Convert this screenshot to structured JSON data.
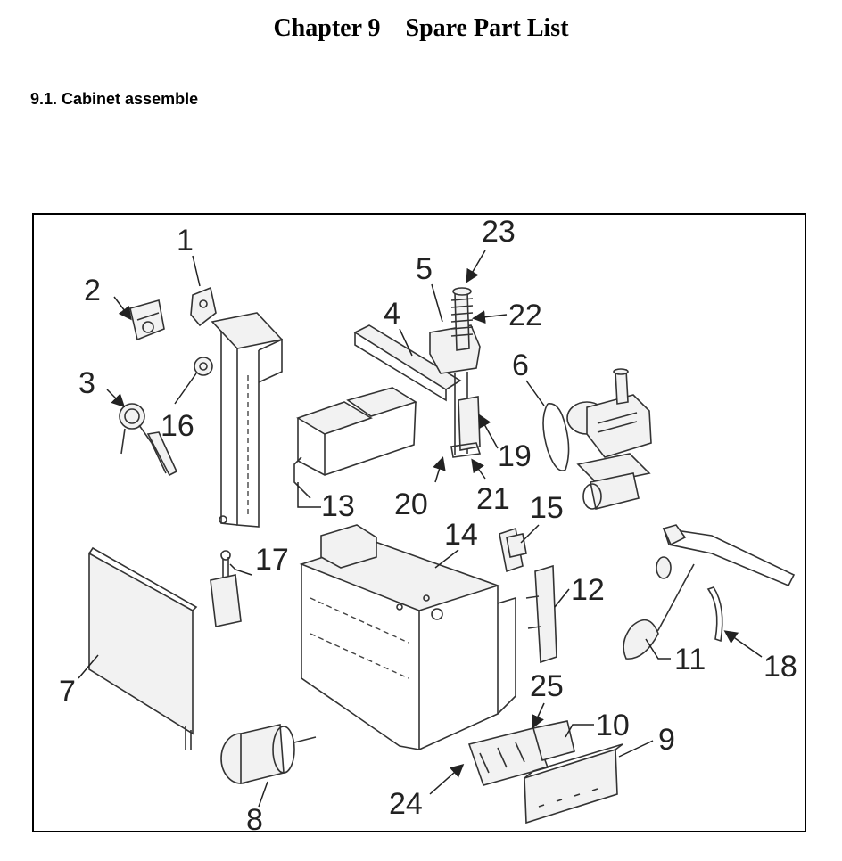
{
  "chapter": {
    "title": "Chapter 9    Spare Part List"
  },
  "section": {
    "title": "9.1. Cabinet assemble"
  },
  "diagram": {
    "callouts": [
      "1",
      "2",
      "3",
      "4",
      "5",
      "6",
      "7",
      "8",
      "9",
      "10",
      "11",
      "12",
      "13",
      "14",
      "15",
      "16",
      "17",
      "18",
      "19",
      "20",
      "21",
      "22",
      "23",
      "24",
      "25"
    ]
  }
}
